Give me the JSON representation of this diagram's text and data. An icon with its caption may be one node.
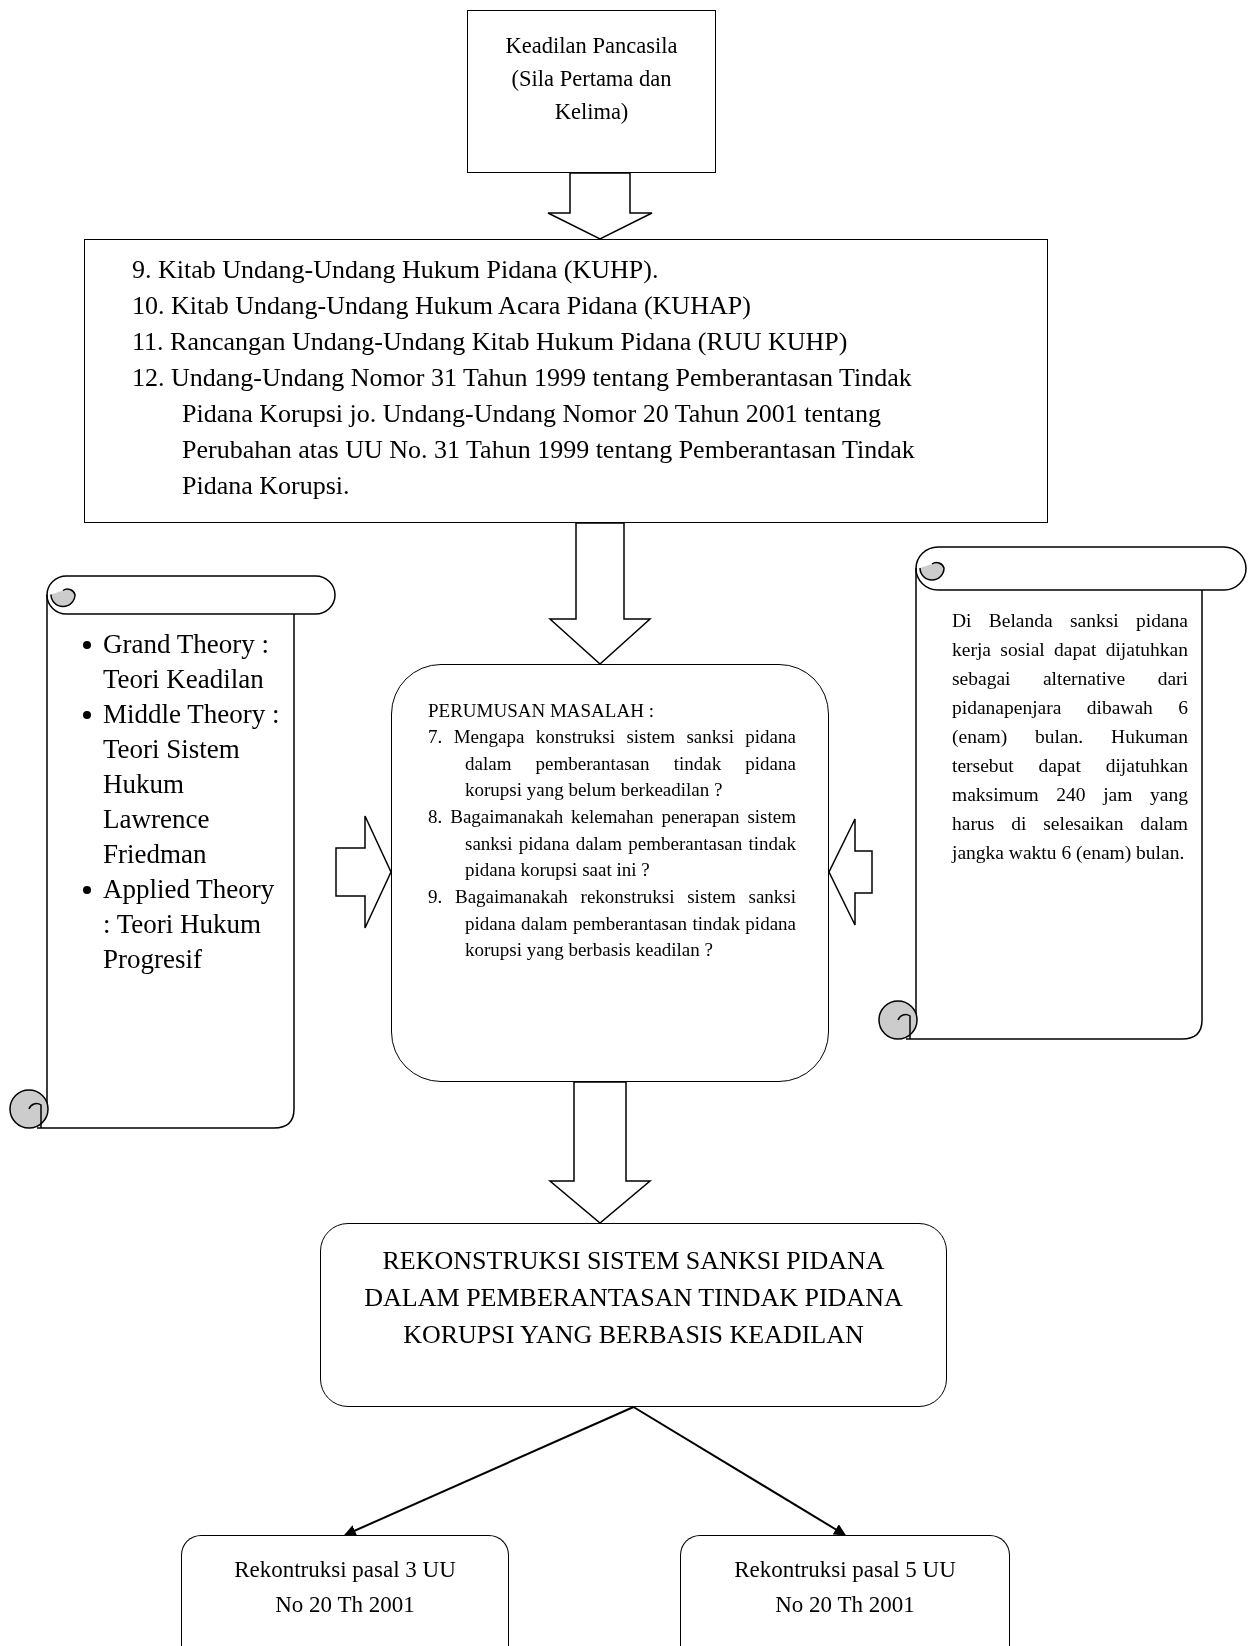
{
  "diagram": {
    "nodes": [
      {
        "text": [
          "Keadilan Pancasila (Sila Pertama dan Kelima)"
        ]
      },
      {
        "text": [
          "9. Kitab Undang-Undang Hukum Pidana (KUHP).",
          "10. Kitab Undang-Undang Hukum Acara Pidana (KUHAP)",
          "11. Rancangan Undang-Undang Kitab Hukum Pidana (RUU KUHP)",
          "12. Undang-Undang Nomor 31 Tahun 1999 tentang Pemberantasan Tindak Pidana Korupsi jo. Undang-Undang Nomor 20 Tahun 2001 tentang Perubahan atas UU No. 31 Tahun 1999 tentang Pemberantasan Tindak Pidana Korupsi."
        ]
      },
      {
        "text": [
          "Grand Theory : Teori Keadilan",
          "Middle Theory : Teori Sistem Hukum Lawrence Friedman",
          "Applied Theory : Teori Hukum Progresif"
        ]
      },
      {
        "text": [
          "PERUMUSAN MASALAH :",
          "7. Mengapa konstruksi sistem sanksi pidana dalam pemberantasan tindak pidana korupsi yang belum berkeadilan ?",
          "8. Bagaimanakah kelemahan penerapan sistem sanksi pidana dalam pemberantasan tindak pidana korupsi saat ini ?",
          "9. Bagaimanakah rekonstruksi sistem sanksi pidana dalam pemberantasan tindak pidana korupsi yang berbasis keadilan ?"
        ]
      },
      {
        "text": [
          "Di Belanda sanksi pidana kerja sosial dapat dijatuhkan sebagai alternative dari pidanapenjara dibawah 6 (enam) bulan. Hukuman tersebut dapat dijatuhkan maksimum 240 jam yang harus di selesaikan dalam jangka waktu 6 (enam) bulan."
        ]
      },
      {
        "text": [
          "REKONSTRUKSI SISTEM SANKSI PIDANA DALAM PEMBERANTASAN TINDAK PIDANA KORUPSI YANG BERBASIS KEADILAN"
        ]
      },
      {
        "text": [
          "Rekontruksi pasal 3 UU No 20 Th 2001"
        ]
      },
      {
        "text": [
          "Rekontruksi pasal 5 UU No 20 Th 2001"
        ]
      }
    ],
    "edges": [
      {
        "from": 0,
        "to": 1,
        "arrow": "to",
        "style": "thick"
      },
      {
        "from": 1,
        "to": 3,
        "arrow": "to",
        "style": "thick"
      },
      {
        "from": 2,
        "to": 3,
        "arrow": "to",
        "style": "thick"
      },
      {
        "from": 4,
        "to": 3,
        "arrow": "to",
        "style": "thick"
      },
      {
        "from": 3,
        "to": 5,
        "arrow": "to",
        "style": "thick"
      },
      {
        "from": 5,
        "to": 6,
        "arrow": "to"
      },
      {
        "from": 5,
        "to": 7,
        "arrow": "to"
      }
    ]
  }
}
